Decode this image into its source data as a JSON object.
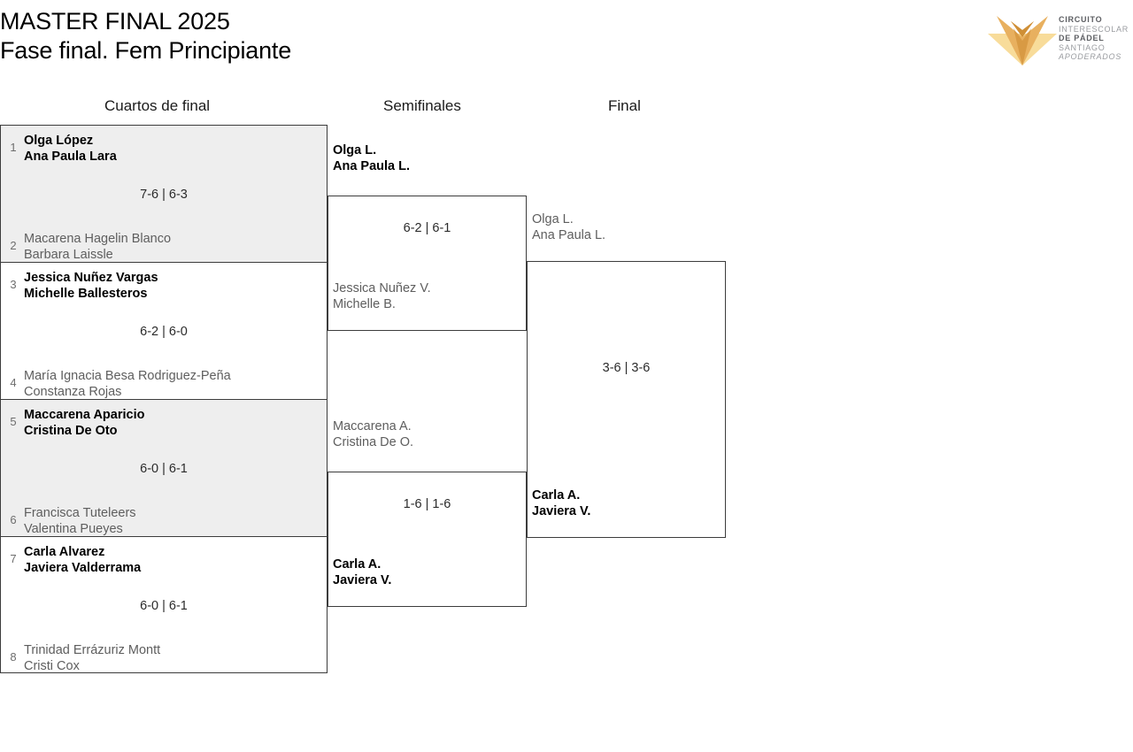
{
  "header": {
    "title_line1": "MASTER FINAL 2025",
    "title_line2": "Fase final. Fem Principiante"
  },
  "logo": {
    "line1": "CIRCUITO",
    "line2": "INTERESCOLAR",
    "line3": "DE PÁDEL",
    "line4": "SANTIAGO",
    "line5": "APODERADOS",
    "mark_color_dark": "#d9983f",
    "mark_color_mid": "#e8b05f",
    "mark_color_light": "#f8dc9a"
  },
  "rounds": {
    "quarterfinals_label": "Cuartos de final",
    "semifinals_label": "Semifinales",
    "final_label": "Final"
  },
  "quarterfinals": [
    {
      "seed_top": "1",
      "top_p1": "Olga López",
      "top_p2": "Ana Paula Lara",
      "score": "7-6 | 6-3",
      "seed_bottom": "2",
      "bottom_p1": "Macarena Hagelin Blanco",
      "bottom_p2": "Barbara Laissle",
      "winner": "top"
    },
    {
      "seed_top": "3",
      "top_p1": "Jessica Nuñez Vargas",
      "top_p2": "Michelle Ballesteros",
      "score": "6-2 | 6-0",
      "seed_bottom": "4",
      "bottom_p1": "María Ignacia Besa Rodriguez-Peña",
      "bottom_p2": "Constanza Rojas",
      "winner": "top"
    },
    {
      "seed_top": "5",
      "top_p1": "Maccarena Aparicio",
      "top_p2": "Cristina De Oto",
      "score": "6-0 | 6-1",
      "seed_bottom": "6",
      "bottom_p1": "Francisca Tuteleers",
      "bottom_p2": "Valentina Pueyes",
      "winner": "top"
    },
    {
      "seed_top": "7",
      "top_p1": "Carla Alvarez",
      "top_p2": "Javiera Valderrama",
      "score": "6-0 | 6-1",
      "seed_bottom": "8",
      "bottom_p1": "Trinidad Errázuriz Montt",
      "bottom_p2": "Cristi Cox",
      "winner": "top"
    }
  ],
  "semifinals": [
    {
      "top_p1": "Olga L.",
      "top_p2": "Ana Paula L.",
      "score": "6-2 | 6-1",
      "bottom_p1": "Jessica Nuñez V.",
      "bottom_p2": "Michelle B.",
      "winner": "top"
    },
    {
      "top_p1": "Maccarena A.",
      "top_p2": "Cristina De O.",
      "score": "1-6 | 1-6",
      "bottom_p1": "Carla A.",
      "bottom_p2": "Javiera V.",
      "winner": "bottom"
    }
  ],
  "final": {
    "top_p1": "Olga L.",
    "top_p2": "Ana Paula L.",
    "score": "3-6 | 3-6",
    "bottom_p1": "Carla A.",
    "bottom_p2": "Javiera V.",
    "winner": "bottom"
  }
}
